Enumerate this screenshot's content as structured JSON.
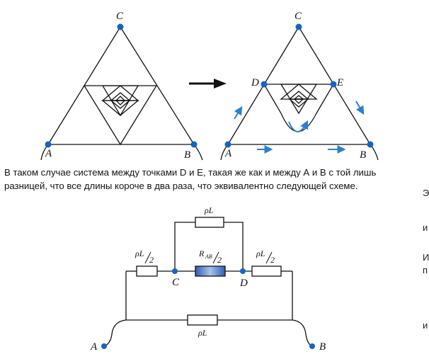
{
  "triangle_left": {
    "labels": {
      "a": "A",
      "b": "B",
      "c": "C"
    }
  },
  "triangle_right": {
    "labels": {
      "a": "A",
      "b": "B",
      "c": "C",
      "d": "D",
      "e": "E"
    }
  },
  "paragraph": {
    "line1": "В таком случае система между точками D и E, такая же как и между А и В с той лишь",
    "line2": "разницей, что все длины короче в два раза, что эквивалентно следующей схеме."
  },
  "circuit": {
    "top_resistor": "ρL",
    "left_resistor_num": "ρL",
    "left_resistor_den": "2",
    "center_resistor_main": "R",
    "center_resistor_sub": "AB",
    "center_resistor_den": "2",
    "right_resistor_num": "ρL",
    "right_resistor_den": "2",
    "bottom_resistor": "ρL",
    "node_c": "C",
    "node_d": "D",
    "terminal_a": "A",
    "terminal_b": "B"
  },
  "edge_fragments": [
    "Э",
    "и",
    "И",
    "п",
    "и"
  ],
  "colors": {
    "node": "#1565c0",
    "arrow": "#2a7fd4",
    "resistor_fill": "#4a74c9",
    "line": "#111111"
  }
}
